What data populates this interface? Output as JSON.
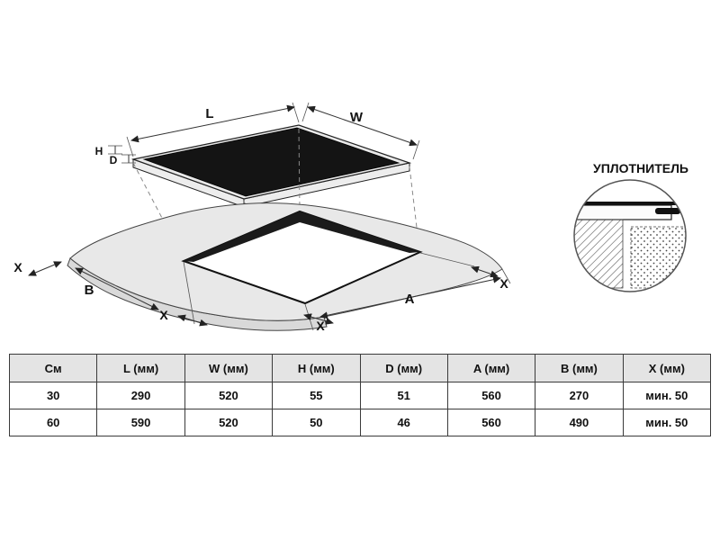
{
  "diagram": {
    "labels": {
      "l": "L",
      "w": "W",
      "h": "H",
      "d": "D",
      "a": "A",
      "b": "B",
      "x_left": "X",
      "x_bottom_left": "X",
      "x_bottom_mid": "X",
      "x_right": "X"
    },
    "detail": {
      "title": "УПЛОТНИТЕЛЬ"
    },
    "colors": {
      "glass": "#141414",
      "rim": "#e9e9e9",
      "counter": "#e8e8e8",
      "line": "#333333"
    }
  },
  "table": {
    "headers": [
      "См",
      "L (мм)",
      "W (мм)",
      "H (мм)",
      "D (мм)",
      "A (мм)",
      "B (мм)",
      "X (мм)"
    ],
    "rows": [
      [
        "30",
        "290",
        "520",
        "55",
        "51",
        "560",
        "270",
        "мин. 50"
      ],
      [
        "60",
        "590",
        "520",
        "50",
        "46",
        "560",
        "490",
        "мин. 50"
      ]
    ]
  }
}
